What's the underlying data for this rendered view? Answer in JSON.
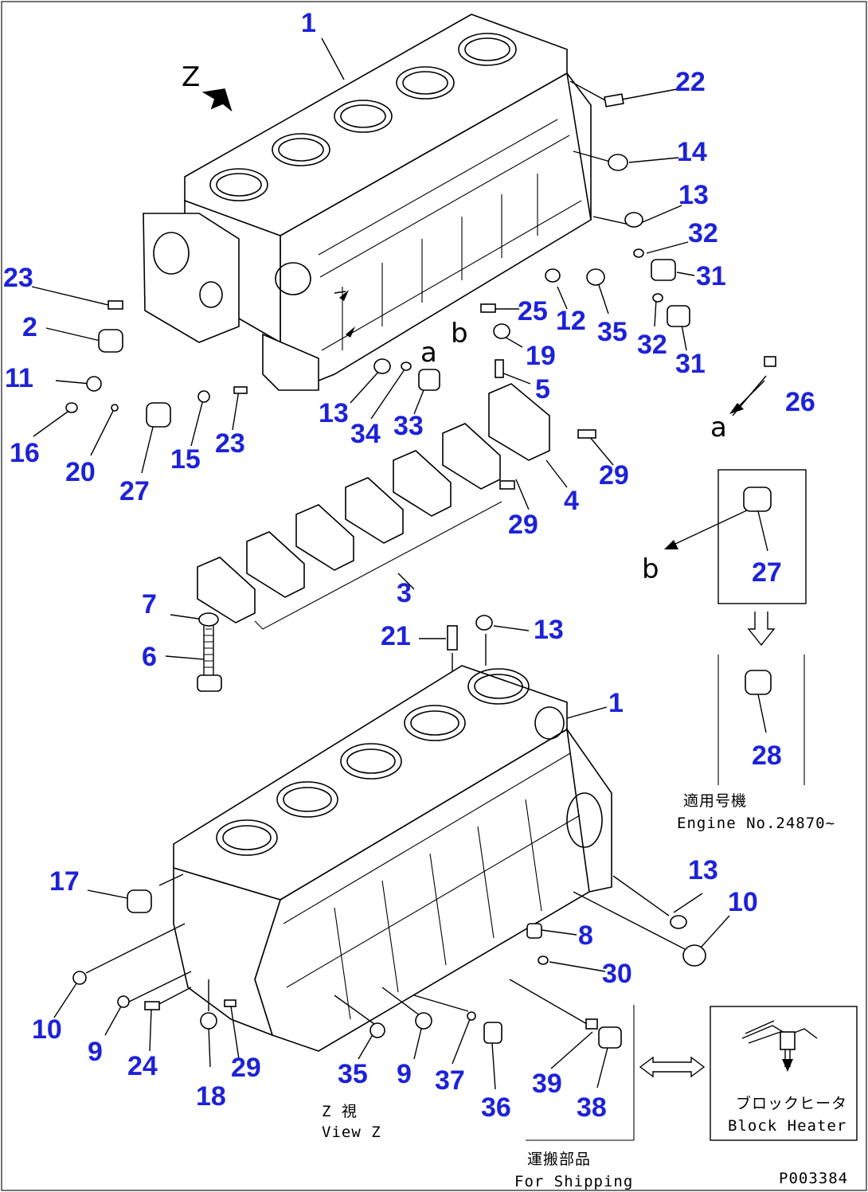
{
  "diagram": {
    "callouts": [
      {
        "id": "c1a",
        "text": "1"
      },
      {
        "id": "c22",
        "text": "22"
      },
      {
        "id": "c14",
        "text": "14"
      },
      {
        "id": "c13a",
        "text": "13"
      },
      {
        "id": "c32a",
        "text": "32"
      },
      {
        "id": "c31a",
        "text": "31"
      },
      {
        "id": "c23a",
        "text": "23"
      },
      {
        "id": "c2",
        "text": "2"
      },
      {
        "id": "c25",
        "text": "25"
      },
      {
        "id": "c12",
        "text": "12"
      },
      {
        "id": "c35a",
        "text": "35"
      },
      {
        "id": "c32b",
        "text": "32"
      },
      {
        "id": "c31b",
        "text": "31"
      },
      {
        "id": "c11",
        "text": "11"
      },
      {
        "id": "c19",
        "text": "19"
      },
      {
        "id": "c26",
        "text": "26"
      },
      {
        "id": "c5",
        "text": "5"
      },
      {
        "id": "c16",
        "text": "16"
      },
      {
        "id": "c20",
        "text": "20"
      },
      {
        "id": "c27a",
        "text": "27"
      },
      {
        "id": "c15",
        "text": "15"
      },
      {
        "id": "c23b",
        "text": "23"
      },
      {
        "id": "c13b",
        "text": "13"
      },
      {
        "id": "c34",
        "text": "34"
      },
      {
        "id": "c33",
        "text": "33"
      },
      {
        "id": "c29a",
        "text": "29"
      },
      {
        "id": "c4",
        "text": "4"
      },
      {
        "id": "c29b",
        "text": "29"
      },
      {
        "id": "c27b",
        "text": "27"
      },
      {
        "id": "c3",
        "text": "3"
      },
      {
        "id": "c7",
        "text": "7"
      },
      {
        "id": "c6",
        "text": "6"
      },
      {
        "id": "c21",
        "text": "21"
      },
      {
        "id": "c13c",
        "text": "13"
      },
      {
        "id": "c1b",
        "text": "1"
      },
      {
        "id": "c28",
        "text": "28"
      },
      {
        "id": "c17",
        "text": "17"
      },
      {
        "id": "c13d",
        "text": "13"
      },
      {
        "id": "c10a",
        "text": "10"
      },
      {
        "id": "c8",
        "text": "8"
      },
      {
        "id": "c30",
        "text": "30"
      },
      {
        "id": "c10b",
        "text": "10"
      },
      {
        "id": "c9a",
        "text": "9"
      },
      {
        "id": "c24",
        "text": "24"
      },
      {
        "id": "c29c",
        "text": "29"
      },
      {
        "id": "c18",
        "text": "18"
      },
      {
        "id": "c35b",
        "text": "35"
      },
      {
        "id": "c9b",
        "text": "9"
      },
      {
        "id": "c37",
        "text": "37"
      },
      {
        "id": "c36",
        "text": "36"
      },
      {
        "id": "c39",
        "text": "39"
      },
      {
        "id": "c38",
        "text": "38"
      }
    ],
    "view_letters": {
      "z": "Z",
      "a1": "a",
      "b1": "b",
      "a2": "a",
      "b2": "b"
    },
    "notes": {
      "serial_jp": "適用号機",
      "serial_en": "Engine No.24870~",
      "view_jp": "Z 視",
      "view_en": "View Z",
      "shipping_jp": "運搬部品",
      "shipping_en": "For Shipping",
      "heater_jp": "ブロックヒータ",
      "heater_en": "Block Heater",
      "drawing_no": "P003384"
    },
    "colors": {
      "callout": "#1d22d9",
      "linework": "#000000",
      "background": "#ffffff"
    }
  }
}
